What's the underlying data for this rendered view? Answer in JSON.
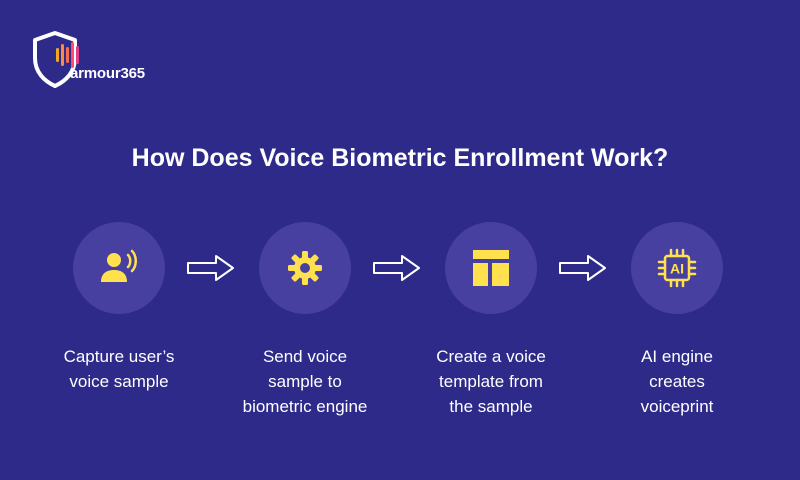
{
  "brand": {
    "name": "armour365",
    "logo_colors": [
      "#f5a623",
      "#ff6b4a",
      "#ff4b6e",
      "#e23b8a"
    ]
  },
  "title": "How Does Voice Biometric Enrollment Work?",
  "colors": {
    "background": "#2e2a89",
    "circle": "#4740a1",
    "icon": "#ffe14d",
    "text": "#ffffff"
  },
  "steps": [
    {
      "icon": "speaking-user-icon",
      "label": "Capture user’s\nvoice sample"
    },
    {
      "icon": "gear-icon",
      "label": "Send voice\nsample to\nbiometric engine"
    },
    {
      "icon": "template-layout-icon",
      "label": "Create a voice\ntemplate from\nthe sample"
    },
    {
      "icon": "ai-chip-icon",
      "label": "AI engine\ncreates\nvoiceprint",
      "icon_text": "AI"
    }
  ]
}
